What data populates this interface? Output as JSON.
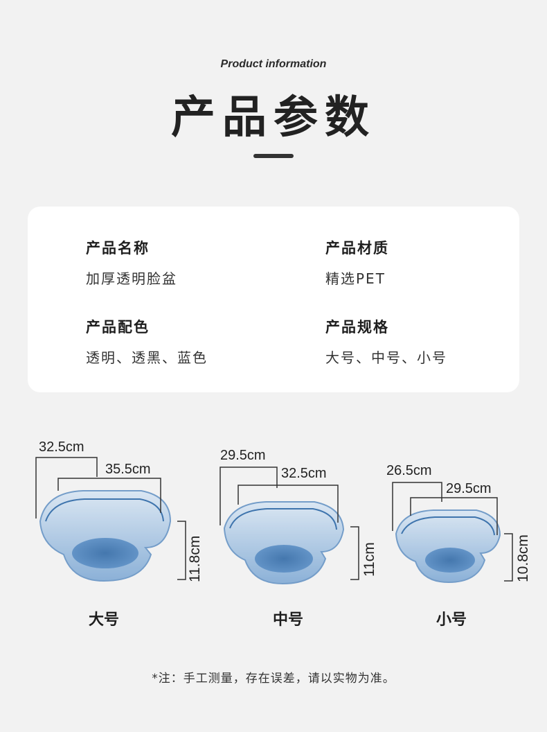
{
  "header": {
    "subtitle": "Product information",
    "title": "产品参数"
  },
  "specs": [
    {
      "label": "产品名称",
      "value": "加厚透明脸盆"
    },
    {
      "label": "产品材质",
      "value": "精选PET"
    },
    {
      "label": "产品配色",
      "value": "透明、透黑、蓝色"
    },
    {
      "label": "产品规格",
      "value": "大号、中号、小号"
    }
  ],
  "sizes": [
    {
      "name": "大号",
      "outer": "32.5cm",
      "inner": "35.5cm",
      "height": "11.8cm"
    },
    {
      "name": "中号",
      "outer": "29.5cm",
      "inner": "32.5cm",
      "height": "11cm"
    },
    {
      "name": "小号",
      "outer": "26.5cm",
      "inner": "29.5cm",
      "height": "10.8cm"
    }
  ],
  "footer": {
    "note": "*注：手工测量，存在误差，请以实物为准。"
  },
  "colors": {
    "background": "#f2f2f2",
    "card": "#ffffff",
    "bowl_blue": "#3f76b0"
  }
}
